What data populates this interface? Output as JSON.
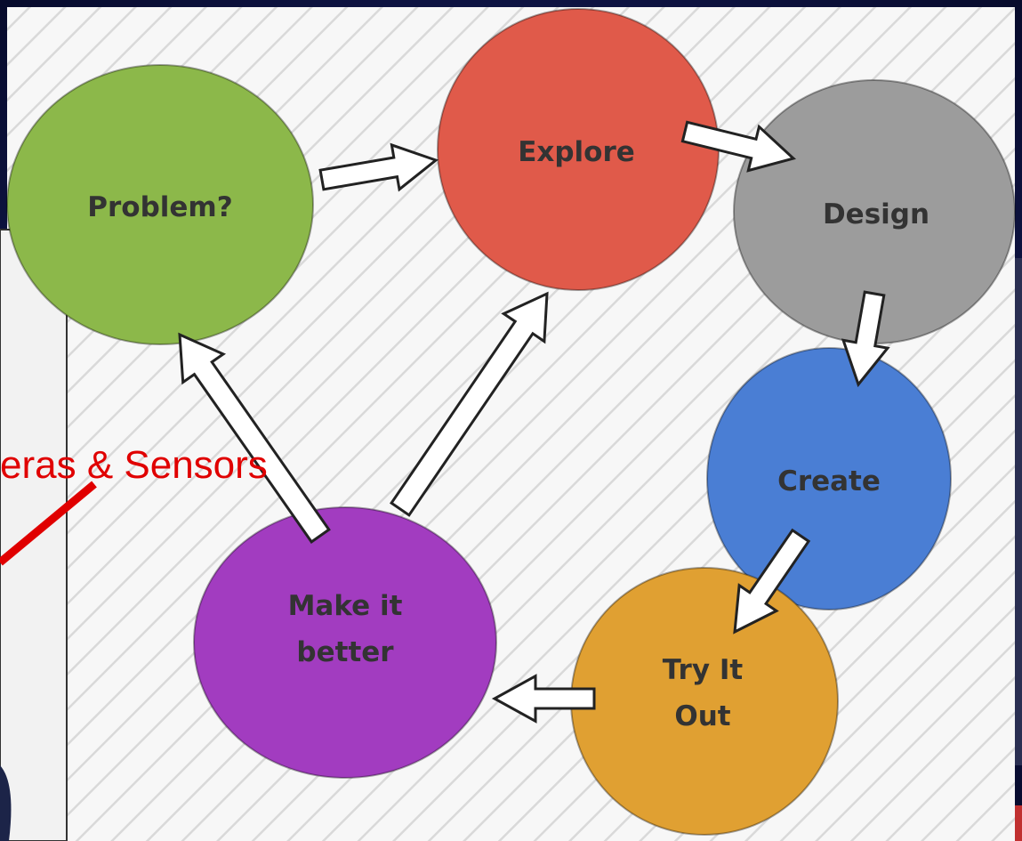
{
  "diagram": {
    "nodes": [
      {
        "id": "problem",
        "label": "Problem?",
        "color": "#8cb84a"
      },
      {
        "id": "explore",
        "label": "Explore",
        "color": "#e05a4a"
      },
      {
        "id": "design",
        "label": "Design",
        "color": "#9c9c9c"
      },
      {
        "id": "create",
        "label": "Create",
        "color": "#4a7ed4"
      },
      {
        "id": "tryitout",
        "label": "Try It Out",
        "color": "#e0a032"
      },
      {
        "id": "makeitbetter",
        "label": "Make it better",
        "color": "#a23cc0"
      }
    ],
    "edges": [
      {
        "from": "problem",
        "to": "explore"
      },
      {
        "from": "explore",
        "to": "design"
      },
      {
        "from": "design",
        "to": "create"
      },
      {
        "from": "create",
        "to": "tryitout"
      },
      {
        "from": "tryitout",
        "to": "makeitbetter"
      },
      {
        "from": "makeitbetter",
        "to": "problem"
      },
      {
        "from": "makeitbetter",
        "to": "explore"
      }
    ]
  },
  "overlay": {
    "caption": "eras & Sensors",
    "caption_color": "#e00000"
  },
  "colors": {
    "slide_background": "#0a0f3a",
    "panel_background": "#f7f7f7",
    "arrow_fill": "#ffffff",
    "arrow_outline": "#222222"
  }
}
